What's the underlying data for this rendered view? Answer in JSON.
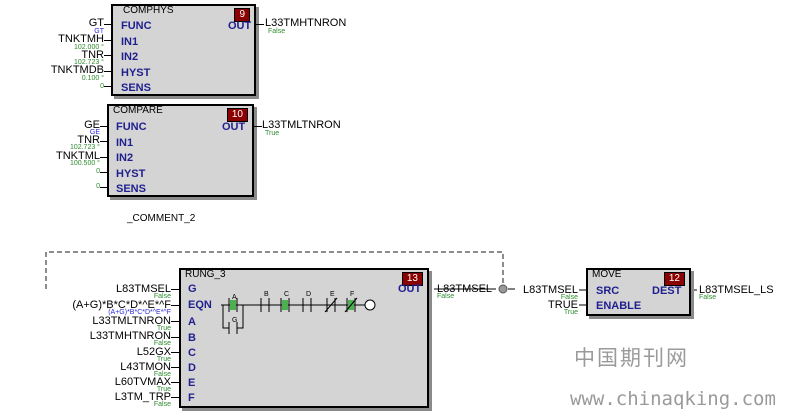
{
  "blocks": {
    "comphys": {
      "name": "COMPHYS",
      "number": "9",
      "pins": [
        "FUNC",
        "IN1",
        "IN2",
        "HYST",
        "SENS"
      ],
      "out_pin": "OUT",
      "inputs": [
        {
          "label": "GT",
          "sub": "GT"
        },
        {
          "label": "TNKTMH",
          "sub": "102.000 °"
        },
        {
          "label": "TNR",
          "sub": "102.723 °"
        },
        {
          "label": "TNKTMDB",
          "sub": "0.100 °"
        },
        {
          "label": "",
          "sub": "0"
        }
      ],
      "output": {
        "label": "L33TMHTNRON",
        "sub": "False"
      }
    },
    "compare": {
      "name": "COMPARE",
      "number": "10",
      "pins": [
        "FUNC",
        "IN1",
        "IN2",
        "HYST",
        "SENS"
      ],
      "out_pin": "OUT",
      "inputs": [
        {
          "label": "GE",
          "sub": "GE"
        },
        {
          "label": "TNR",
          "sub": "102.723 °"
        },
        {
          "label": "TNKTML",
          "sub": "100.500 °"
        },
        {
          "label": "",
          "sub": "0"
        },
        {
          "label": "",
          "sub": "0"
        }
      ],
      "output": {
        "label": "L33TMLTNRON",
        "sub": "True"
      }
    },
    "rung": {
      "name": "RUNG_3",
      "number": "13",
      "pins": [
        "G",
        "EQN",
        "A",
        "B",
        "C",
        "D",
        "E",
        "F"
      ],
      "out_pin": "OUT",
      "inputs": [
        {
          "label": "L83TMSEL",
          "sub": "False"
        },
        {
          "label": "(A+G)*B*C*D*^E*^F",
          "sub": "(A+G)*B*C*D*^E*^F"
        },
        {
          "label": "L33TMLTNRON",
          "sub": "True"
        },
        {
          "label": "L33TMHTNRON",
          "sub": "False"
        },
        {
          "label": "L52GX",
          "sub": "True"
        },
        {
          "label": "L43TMON",
          "sub": "False"
        },
        {
          "label": "L60TVMAX",
          "sub": "True"
        },
        {
          "label": "L3TM_TRP",
          "sub": "False"
        }
      ],
      "output": {
        "label": "L83TMSEL",
        "sub": "False"
      },
      "ladder_labels": [
        "A",
        "B",
        "C",
        "D",
        "E",
        "F",
        "G"
      ]
    },
    "move": {
      "name": "MOVE",
      "number": "12",
      "pins": [
        "SRC",
        "ENABLE"
      ],
      "out_pin": "DEST",
      "inputs": [
        {
          "label": "L83TMSEL",
          "sub": "False"
        },
        {
          "label": "TRUE",
          "sub": "True"
        }
      ],
      "output": {
        "label": "L83TMSEL_LS",
        "sub": "False"
      }
    }
  },
  "comment": "_COMMENT_2",
  "watermark": {
    "cn": "中国期刊网",
    "url": "www.chinaqking.com"
  },
  "colors": {
    "block_fill": "#d4d4d4",
    "pin_text": "#1f1f8f",
    "number_badge": "#8b0000",
    "true_false": "#2e8b2e",
    "eqn_sub": "#2a2ad8"
  }
}
